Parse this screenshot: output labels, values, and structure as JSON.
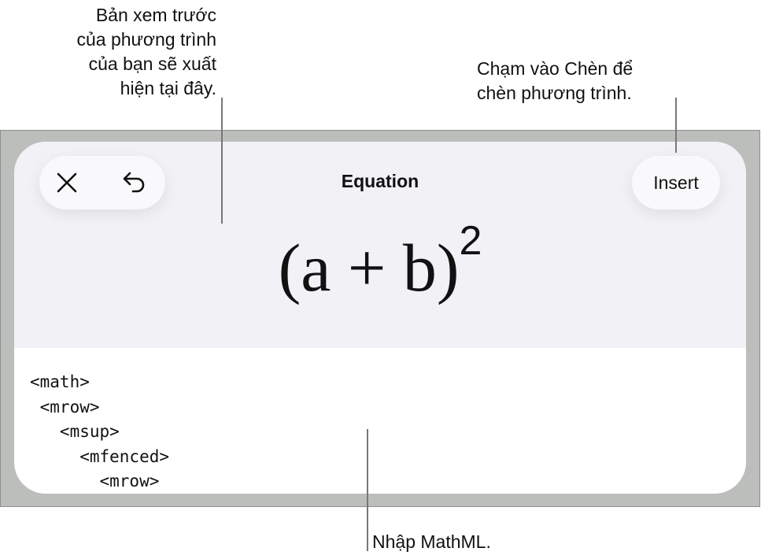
{
  "callouts": {
    "preview": "Bản xem trước\ncủa phương trình\ncủa bạn sẽ xuất\nhiện tại đây.",
    "insert": "Chạm vào Chèn để\nchèn phương trình.",
    "mathml": "Nhập MathML."
  },
  "toolbar": {
    "title": "Equation",
    "insert_label": "Insert",
    "close_icon": "close-icon",
    "undo_icon": "undo-icon"
  },
  "preview": {
    "base": "(a + b)",
    "exponent": "2"
  },
  "editor": {
    "lines": [
      "<math>",
      " <mrow>",
      "   <msup>",
      "     <mfenced>",
      "       <mrow>"
    ]
  }
}
